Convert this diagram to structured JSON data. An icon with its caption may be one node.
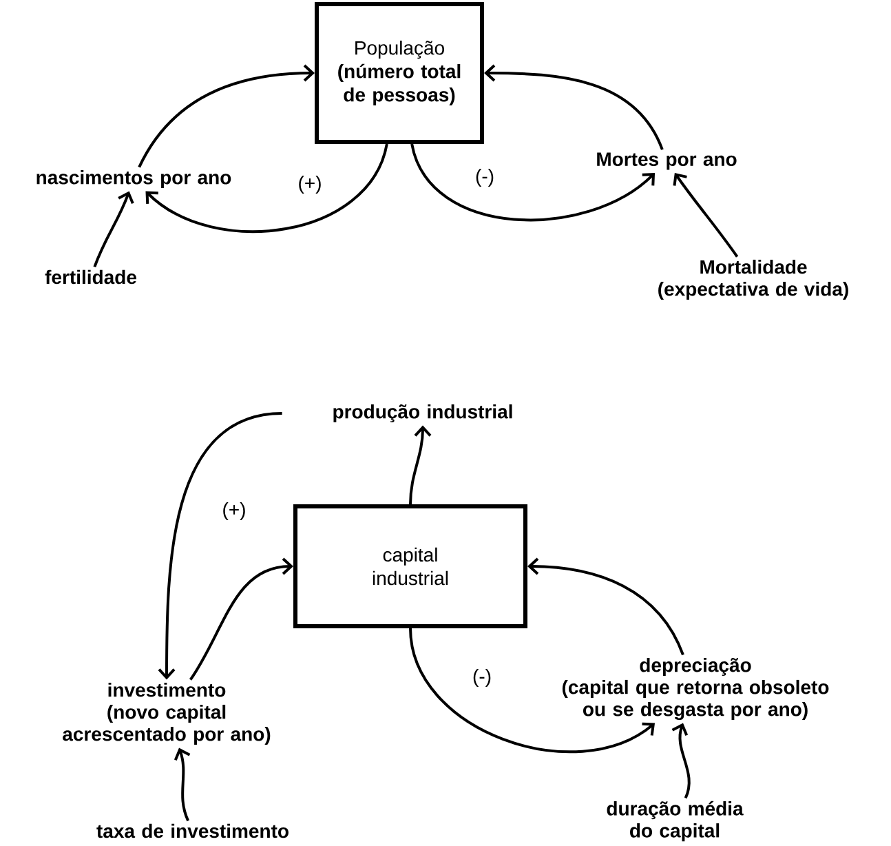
{
  "diagram": {
    "nodes": [
      {
        "text": [
          "População",
          "(número total de pessoas)"
        ]
      },
      {
        "text": [
          "nascimentos por ano"
        ]
      },
      {
        "text": [
          "Mortes por ano"
        ]
      },
      {
        "text": [
          "fertilidade"
        ]
      },
      {
        "text": [
          "Mortalidade",
          "(expectativa de vida)"
        ]
      },
      {
        "text": [
          "produção industrial"
        ]
      },
      {
        "text": [
          "capital industrial"
        ]
      },
      {
        "text": [
          "investimento",
          "(novo capital acrescentado por ano)"
        ]
      },
      {
        "text": [
          "depreciação",
          "(capital que retorna obsoleto ou se desgasta por ano)"
        ]
      },
      {
        "text": [
          "taxa de investimento"
        ]
      },
      {
        "text": [
          "duração média do capital"
        ]
      }
    ],
    "edges": [
      {
        "from": 1,
        "to": 0,
        "arrow": "to"
      },
      {
        "from": 0,
        "to": 1,
        "arrow": "to"
      },
      {
        "from": 2,
        "to": 0,
        "arrow": "to"
      },
      {
        "from": 0,
        "to": 2,
        "arrow": "to"
      },
      {
        "from": 3,
        "to": 1,
        "arrow": "to"
      },
      {
        "from": 4,
        "to": 2,
        "arrow": "to"
      },
      {
        "from": 6,
        "to": 5,
        "arrow": "to"
      },
      {
        "from": 5,
        "to": 7,
        "arrow": "to"
      },
      {
        "from": 7,
        "to": 6,
        "arrow": "to"
      },
      {
        "from": 6,
        "to": 8,
        "arrow": "to"
      },
      {
        "from": 8,
        "to": 6,
        "arrow": "to"
      },
      {
        "from": 9,
        "to": 7,
        "arrow": "to"
      },
      {
        "from": 10,
        "to": 8,
        "arrow": "to"
      }
    ],
    "labels": [
      "(+)",
      "(-)",
      "(+)",
      "(-)"
    ]
  }
}
